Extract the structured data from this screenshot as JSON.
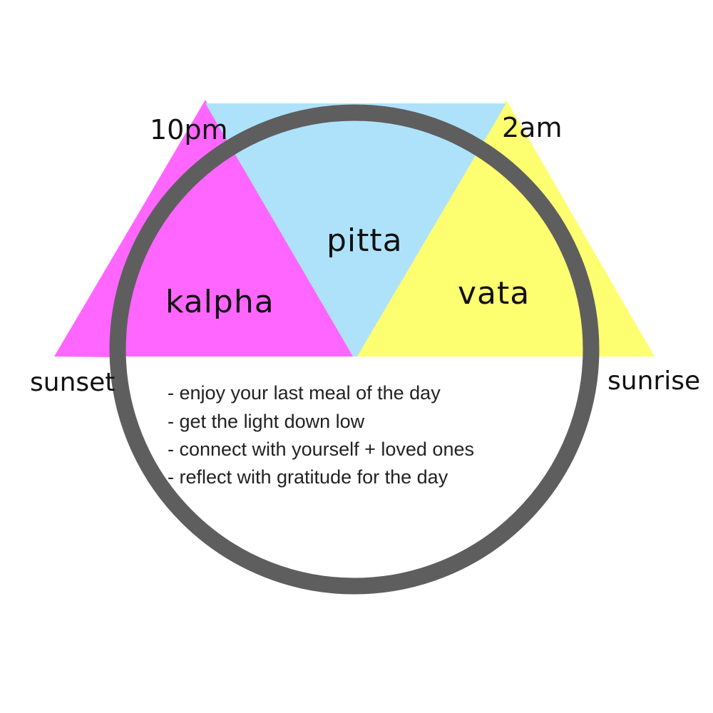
{
  "colors": {
    "kalpha": "#ff66ff",
    "pitta": "#aee2fb",
    "vata": "#fefe71",
    "ring": "#5e5e5e",
    "text": "#111111"
  },
  "sections": {
    "kalpha": "kalpha",
    "pitta": "pitta",
    "vata": "vata"
  },
  "times": {
    "left": "10pm",
    "right": "2am"
  },
  "edges": {
    "left": "sunset",
    "right": "sunrise"
  },
  "notes": [
    "- enjoy your last meal of the day",
    "- get the light down low",
    "- connect with yourself + loved ones",
    "- reflect with gratitude for the day"
  ]
}
